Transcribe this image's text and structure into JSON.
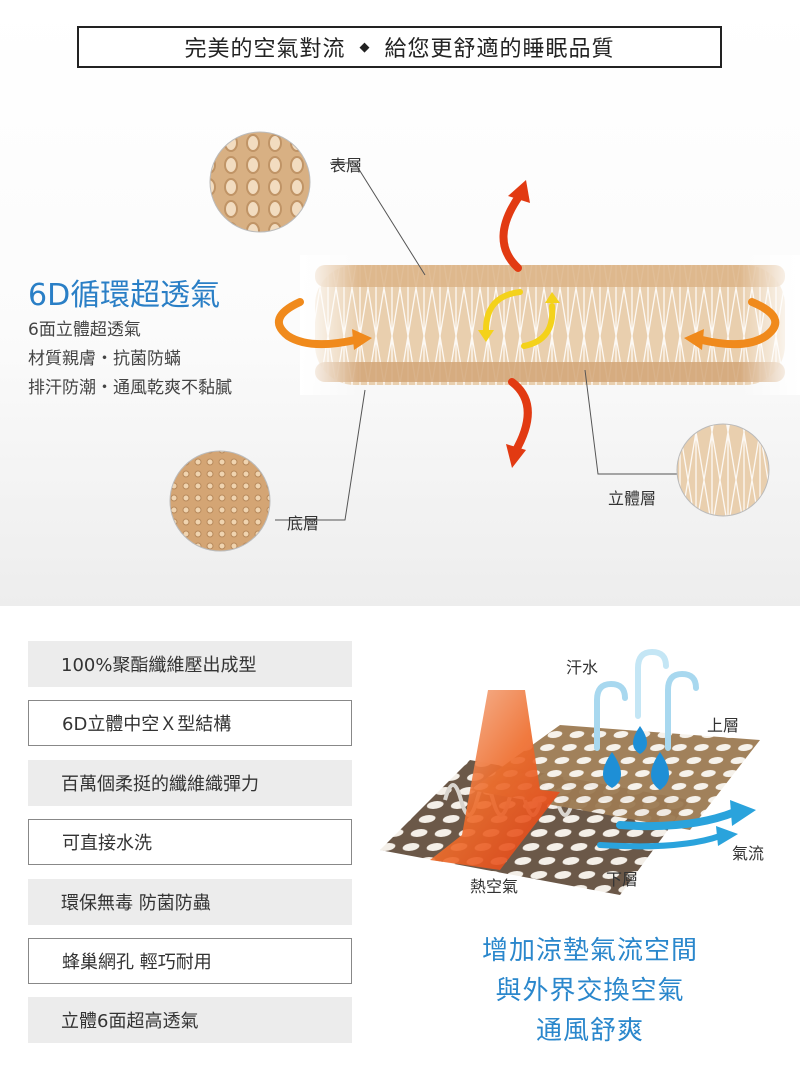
{
  "header": {
    "left": "完美的空氣對流",
    "separator": "◆",
    "right": "給您更舒適的睡眠品質"
  },
  "feature": {
    "title": "6D循環超透氣",
    "lines": [
      "6面立體超透氣",
      "材質親膚・抗菌防蟎",
      "排汗防潮・通風乾爽不黏膩"
    ]
  },
  "layers": {
    "top": "表層",
    "bottom": "底層",
    "middle": "立體層"
  },
  "features_list": [
    "100%聚酯纖維壓出成型",
    "6D立體中空Ｘ型結構",
    "百萬個柔挺的纖維織彈力",
    "可直接水洗",
    "環保無毒 防菌防蟲",
    "蜂巢網孔 輕巧耐用",
    "立體6面超高透氣"
  ],
  "diagram": {
    "sweat": "汗水",
    "upper": "上層",
    "airflow": "氣流",
    "hot_air": "熱空氣",
    "lower": "下層"
  },
  "promo": [
    "增加涼墊氣流空間",
    "與外界交換空氣",
    "通風舒爽"
  ],
  "colors": {
    "accent_blue": "#2a7fc6",
    "mesh_tan": "#d8b083",
    "arrow_red": "#e23a12",
    "arrow_orange": "#f08a1c",
    "arrow_yellow": "#f4d21b",
    "air_blue": "#2aa3dc"
  }
}
